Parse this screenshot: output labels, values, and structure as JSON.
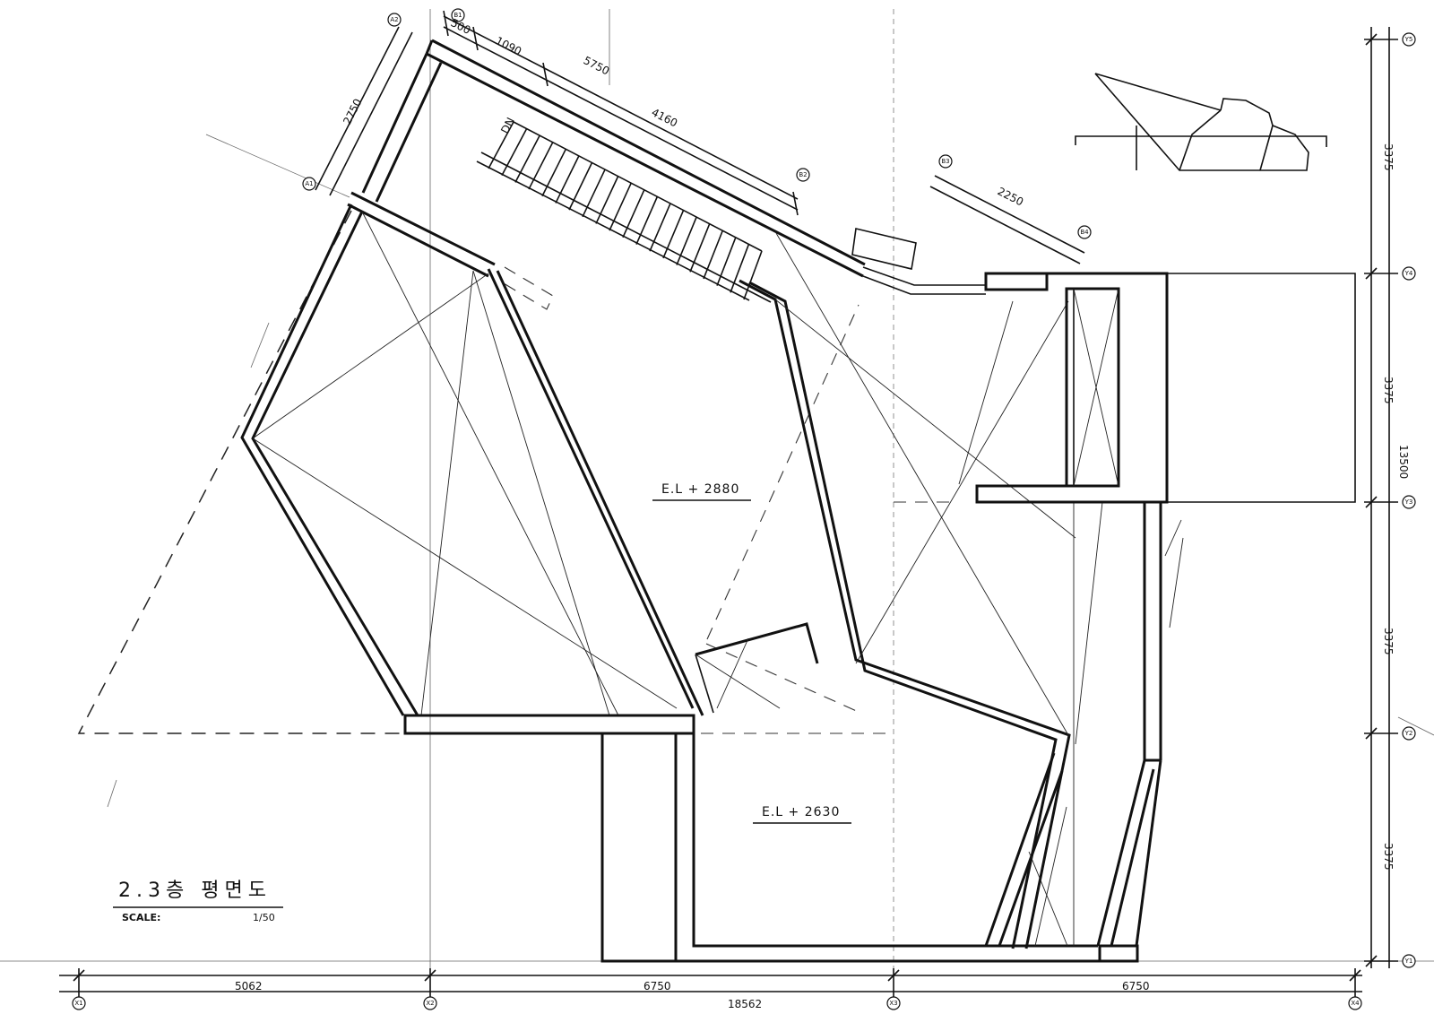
{
  "title": {
    "korean": "2.3층 평면도",
    "scale_label": "SCALE:",
    "scale_value": "1/50"
  },
  "level_labels": {
    "upper": "E.L + 2880",
    "lower": "E.L + 2630"
  },
  "stair_label": "DN",
  "dimensions": {
    "bottom": {
      "seg1": "5062",
      "seg2": "6750",
      "seg3": "6750",
      "total": "18562"
    },
    "right": {
      "seg1": "3375",
      "seg2": "3375",
      "seg3": "3375",
      "seg4": "3375",
      "total": "13500"
    },
    "top_wall": {
      "a": "500",
      "b": "1090",
      "c": "5750",
      "d": "4160"
    },
    "left_top": "2750",
    "right_top": "2250"
  },
  "grid_bubbles": {
    "x1": "X1",
    "x2": "X2",
    "x3": "X3",
    "x4": "X4",
    "y1": "Y1",
    "y2": "Y2",
    "y3": "Y3",
    "y4": "Y4",
    "y5": "Y5",
    "a1": "A1",
    "a2": "A2",
    "b1": "B1",
    "b2": "B2",
    "b3": "B3",
    "b4": "B4"
  }
}
